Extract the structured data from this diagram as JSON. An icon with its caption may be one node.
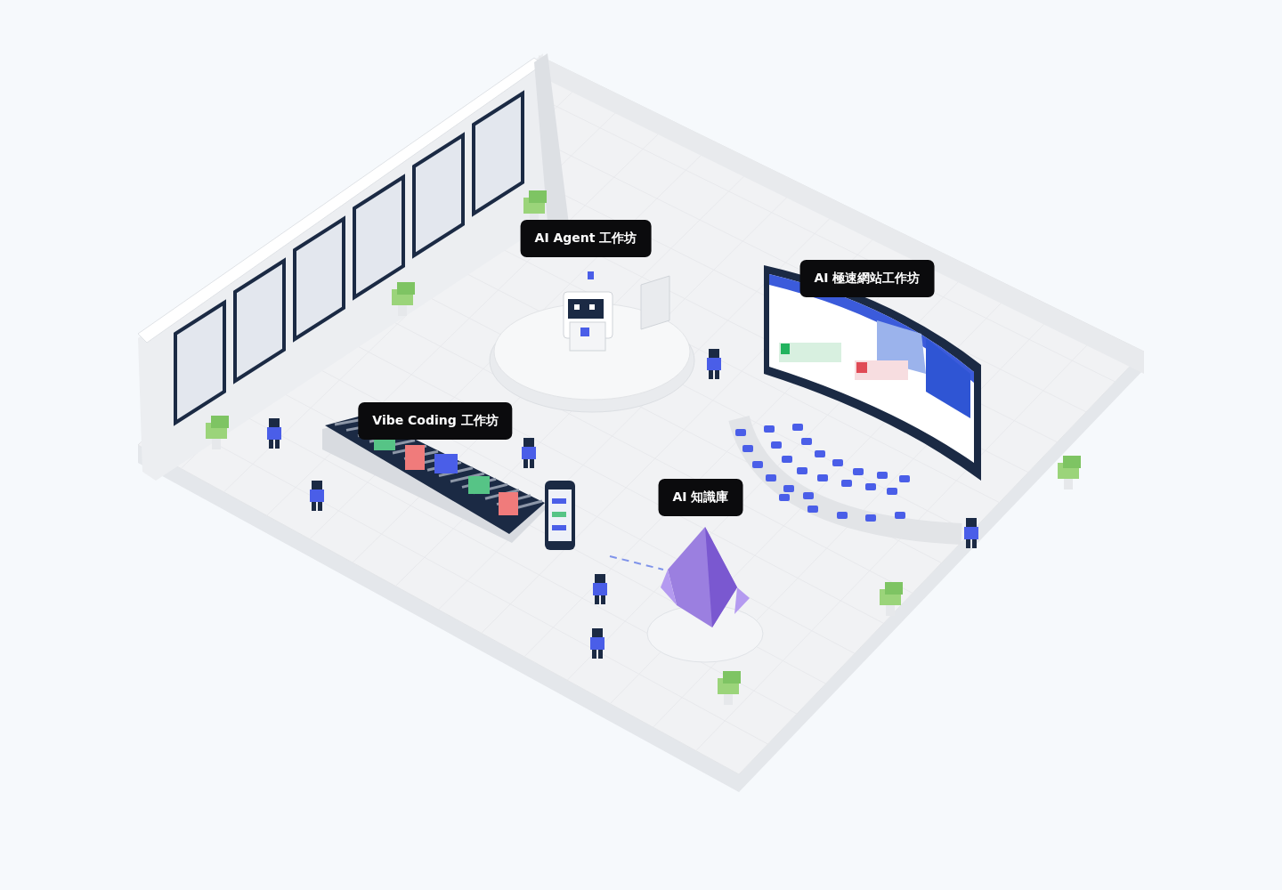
{
  "diagram": {
    "nodes": [
      {
        "text": [
          "AI Agent 工作坊"
        ]
      },
      {
        "text": [
          "AI 極速網站工作坊"
        ]
      },
      {
        "text": [
          "Vibe Coding 工作坊"
        ]
      },
      {
        "text": [
          "AI 知識庫"
        ]
      }
    ]
  }
}
